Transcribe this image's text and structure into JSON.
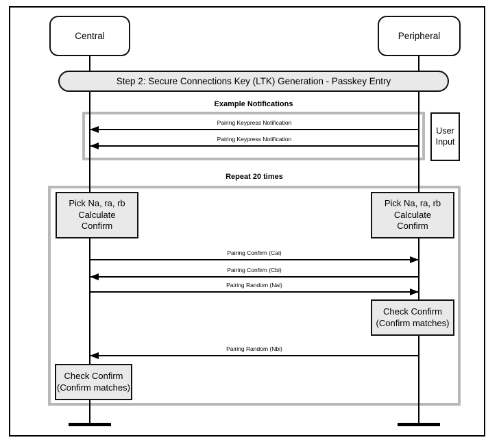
{
  "diagram": {
    "actors": [
      {
        "id": "central",
        "label": "Central"
      },
      {
        "id": "peripheral",
        "label": "Peripheral"
      }
    ],
    "title_banner": "Step 2: Secure Connections Key (LTK) Generation - Passkey Entry",
    "sections": {
      "notifications": {
        "heading": "Example Notifications",
        "messages": [
          {
            "label": "Pairing Keypress Notification",
            "direction": "to-central"
          },
          {
            "label": "Pairing Keypress Notification",
            "direction": "to-central"
          }
        ],
        "annotation_box": {
          "lines": [
            "User",
            "Input"
          ]
        }
      },
      "repeat": {
        "heading": "Repeat 20 times",
        "central_action_box": {
          "lines": [
            "Pick Na, ra, rb",
            "Calculate",
            "Confirm"
          ]
        },
        "peripheral_action_box": {
          "lines": [
            "Pick Na, ra, rb",
            "Calculate",
            "Confirm"
          ]
        },
        "messages": [
          {
            "label": "Pairing Confirm (Cai)",
            "direction": "to-peripheral"
          },
          {
            "label": "Pairing Confirm (Cbi)",
            "direction": "to-central"
          },
          {
            "label": "Pairing Random (Nai)",
            "direction": "to-peripheral"
          },
          {
            "label": "Pairing Random (Nbi)",
            "direction": "to-central"
          }
        ],
        "peripheral_check_box": {
          "lines": [
            "Check Confirm",
            "(Confirm matches)"
          ]
        },
        "central_check_box": {
          "lines": [
            "Check Confirm",
            "(Confirm matches)"
          ]
        }
      }
    },
    "colors": {
      "action_box_fill": "#e9e9e9",
      "banner_fill": "#e9e9e9",
      "group_border": "#b8b8b8",
      "line": "#000000",
      "background": "#ffffff"
    }
  }
}
